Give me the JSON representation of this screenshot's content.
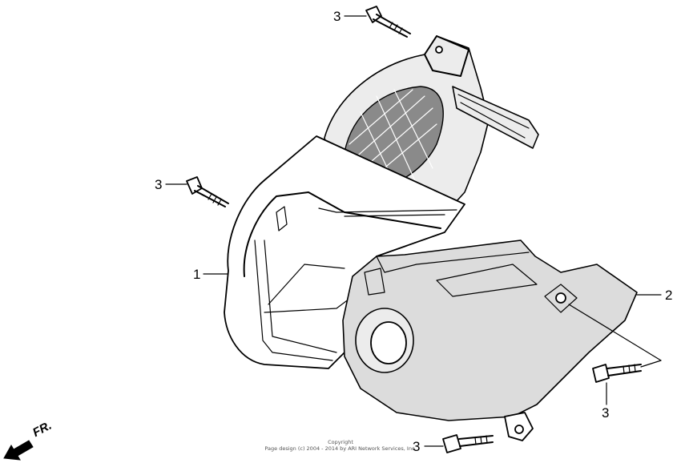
{
  "callouts": {
    "bolt_top": "3",
    "bolt_left": "3",
    "shroud": "1",
    "pulley_cover": "2",
    "bolt_right": "3",
    "bolt_bottom": "3"
  },
  "direction_label": "FR.",
  "copyright": {
    "line1": "Copyright",
    "line2": "Page design (c) 2004 - 2014 by ARI Network Services, Inc."
  }
}
